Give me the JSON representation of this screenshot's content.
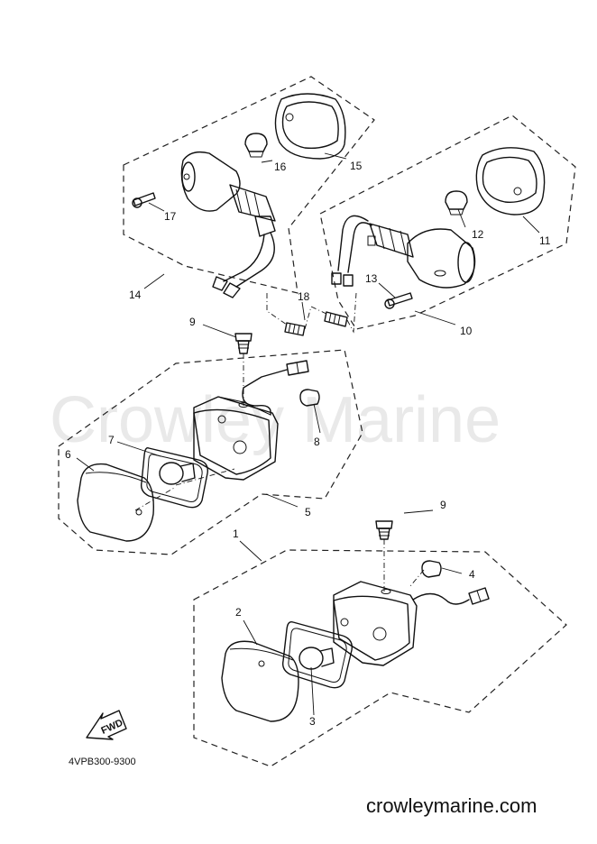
{
  "watermark": "Crowley Marine",
  "footer_site": "crowleymarine.com",
  "diagram_code": "4VPB300-9300",
  "fwd_label": "FWD",
  "callouts": {
    "c1": "1",
    "c2": "2",
    "c3": "3",
    "c4": "4",
    "c5": "5",
    "c6": "6",
    "c7": "7",
    "c8": "8",
    "c9a": "9",
    "c9b": "9",
    "c10": "10",
    "c11": "11",
    "c12": "12",
    "c13": "13",
    "c14": "14",
    "c15": "15",
    "c16": "16",
    "c17": "17",
    "c18": "18"
  }
}
